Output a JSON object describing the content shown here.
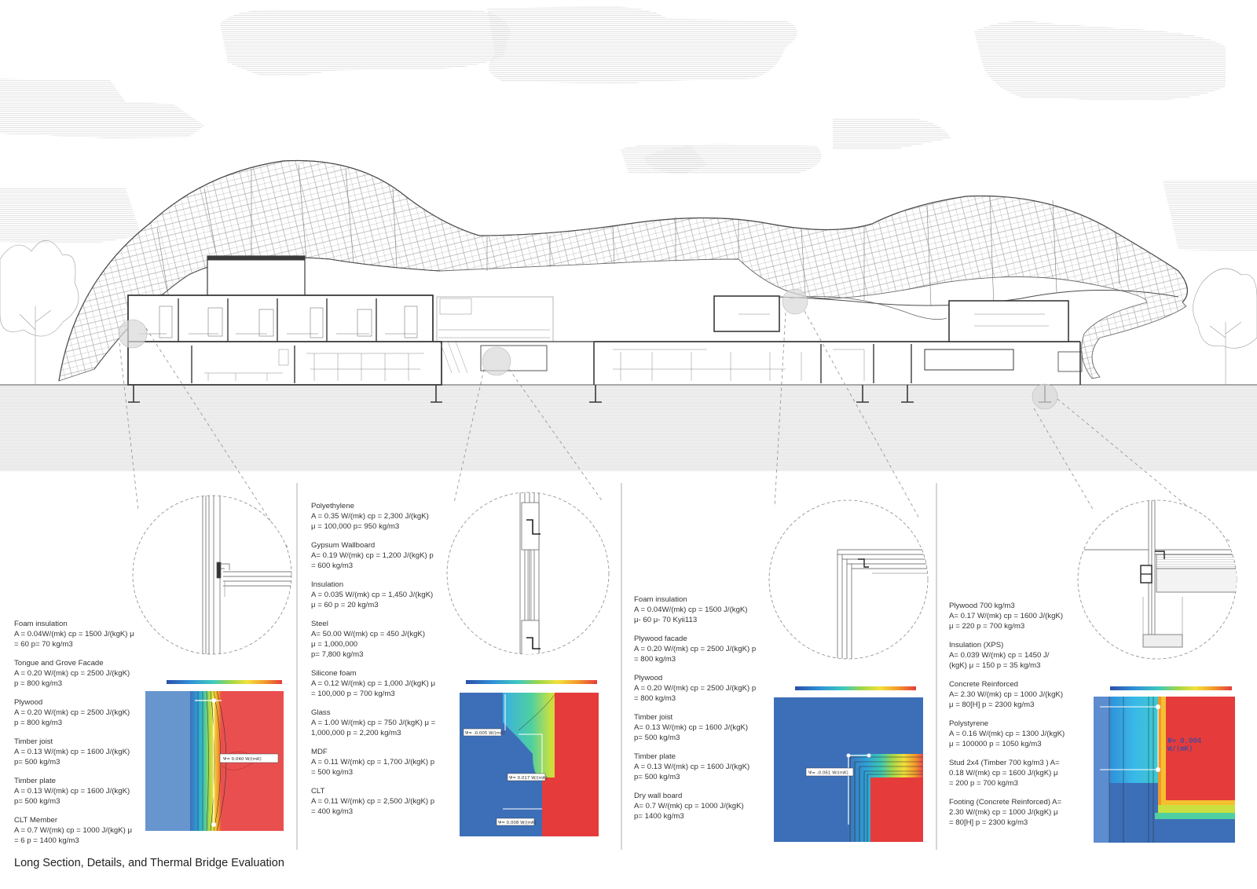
{
  "caption": "Long Section, Details, and Thermal Bridge Evaluation",
  "details": [
    {
      "id": "detail-1",
      "materials": [
        {
          "name": "Foam insulation",
          "props": "A = 0.04W/(mk) cp = 1500 J/(kgK) μ\n= 60 p= 70 kg/m3"
        },
        {
          "name": "Tongue and Grove Facade",
          "props": "A = 0.20 W/(mk) cp = 2500 J/(kgK)\np = 800 kg/m3"
        },
        {
          "name": "Plywood",
          "props": "A = 0.20 W/(mk) cp = 2500 J/(kgK)\np = 800 kg/m3"
        },
        {
          "name": "Timber joist",
          "props": "A = 0.13 W/(mk) cp = 1600 J/(kgK)\np= 500 kg/m3"
        },
        {
          "name": "Timber plate",
          "props": "A = 0.13 W/(mk) cp = 1600 J/(kgK)\np= 500 kg/m3"
        },
        {
          "name": "CLT Member",
          "props": "A = 0.7 W/(mk) cp = 1000 J/(kgK) μ\n= 6 p = 1400 kg/m3"
        }
      ],
      "psi": [
        "Ψ= 0.040 W/(mK)"
      ]
    },
    {
      "id": "detail-2",
      "materials": [
        {
          "name": "Polyethylene",
          "props": "A = 0.35 W/(mk) cp = 2,300 J/(kgK)\nμ = 100,000 p= 950 kg/m3"
        },
        {
          "name": "Gypsum Wallboard",
          "props": "A= 0.19 W/(mk) cp = 1,200 J/(kgK) p\n= 600 kg/m3"
        },
        {
          "name": "Insulation",
          "props": "A = 0.035 W/(mk) cp = 1,450 J/(kgK)\nμ = 60 p = 20 kg/m3"
        },
        {
          "name": "Steel",
          "props": "A= 50.00 W/(mk) cp = 450 J/(kgK)\nμ = 1,000,000\np= 7,800 kg/m3"
        },
        {
          "name": "Silicone foam",
          "props": "A = 0.12 W/(mk) cp = 1,000 J/(kgK) μ\n= 100,000 p = 700 kg/m3"
        },
        {
          "name": "Glass",
          "props": "A = 1.00 W/(mk) cp = 750 J/(kgK) μ =\n1,000,000 p = 2,200 kg/m3"
        },
        {
          "name": "MDF",
          "props": "A = 0.11 W/(mk) cp = 1,700 J/(kgK) p\n= 500 kg/m3"
        },
        {
          "name": "CLT",
          "props": "A = 0.11 W/(mk) cp = 2,500 J/(kgK) p\n= 400 kg/m3"
        }
      ],
      "psi": [
        "Ψ= -0.005 W/(mK)",
        "Ψ= 0.017 W/(mK)",
        "Ψ= 0.008 W/(mK)"
      ]
    },
    {
      "id": "detail-3",
      "materials": [
        {
          "name": "Foam insulation",
          "props": "A = 0.04W/(mk) cp = 1500 J/(kgK)\nμ- 60 μ- 70 Kyii113"
        },
        {
          "name": "Plywood facade",
          "props": "A = 0.20 W/(mk) cp = 2500 J/(kgK) p\n= 800 kg/m3"
        },
        {
          "name": "Plywood",
          "props": "A = 0.20 W/(mk) cp = 2500 J/(kgK) p\n= 800 kg/m3"
        },
        {
          "name": "Timber joist",
          "props": "A= 0.13 W/(mk) cp = 1600 J/(kgK)\np= 500 kg/m3"
        },
        {
          "name": "Timber plate",
          "props": "A = 0.13 W/(mk) cp = 1600 J/(kgK)\np= 500 kg/m3"
        },
        {
          "name": "Dry wall board",
          "props": "A= 0.7 W/(mk) cp = 1000 J/(kgK)\np= 1400 kg/m3"
        }
      ],
      "psi": [
        "Ψ= -0.061 W/(mK)"
      ]
    },
    {
      "id": "detail-4",
      "materials": [
        {
          "name": "Plywood 700 kg/m3",
          "props": "A= 0.17 W/(mk) cp = 1600 J/(kgK)\nμ = 220 p = 700 kg/m3"
        },
        {
          "name": "Insulation (XPS)",
          "props": "A= 0.039 W/(mk) cp = 1450 J/\n(kgK) μ = 150 p = 35 kg/m3"
        },
        {
          "name": "Concrete Reinforced",
          "props": "A= 2.30 W/(mk) cp = 1000 J/(kgK)\nμ = 80[H] p = 2300 kg/m3"
        },
        {
          "name": "Polystyrene",
          "props": "A = 0.16 W/(mk) cp = 1300 J/(kgK)\nμ = 100000 p = 1050 kg/m3"
        },
        {
          "name": "Stud 2x4 (Timber 700 kg/m3 ) A=",
          "props": "0.18 W/(mk) cp = 1600 J/(kgK) μ\n= 200 p = 700 kg/m3"
        },
        {
          "name": "Footing (Concrete Reinforced) A=",
          "props": "2.30 W/(mk) cp = 1000 J/(kgK) μ\n= 80[H] p = 2300 kg/m3"
        }
      ],
      "psi": [
        "Ψ= 0.004\nW/(mK)"
      ]
    }
  ],
  "colors": {
    "line": "#3a3a3a",
    "cold": "#3d6fb8",
    "hot": "#e53b3b",
    "ground_hatch": "#cfcfcf",
    "callout": "#bfbfbf"
  }
}
